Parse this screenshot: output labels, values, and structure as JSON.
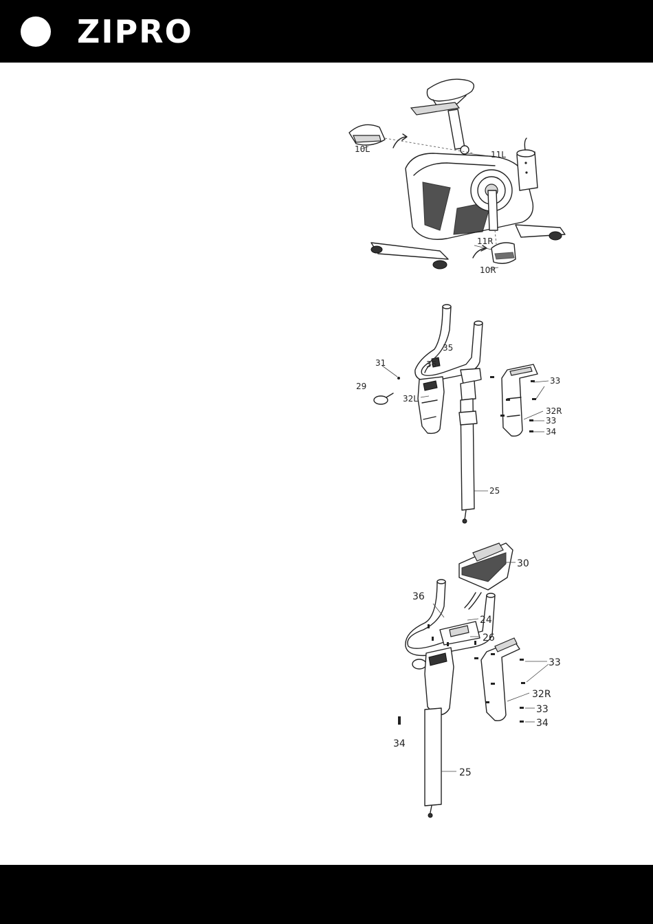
{
  "header": {
    "brand": "ZIPRO",
    "background": "#000000",
    "text_color": "#ffffff"
  },
  "figure1": {
    "labels": {
      "l10L": "10L",
      "l11L": "11L",
      "l11R": "11R",
      "l10R": "10R"
    }
  },
  "figure2": {
    "labels": {
      "l35": "35",
      "l31": "31",
      "l36": "36",
      "l33a": "33",
      "l29": "29",
      "l32L": "32L",
      "l32R": "32R",
      "l33b": "33",
      "l34": "34",
      "l25": "25"
    }
  },
  "figure3": {
    "labels": {
      "l30": "30",
      "l36": "36",
      "l24": "24",
      "l26": "26",
      "l33a": "33",
      "l32R": "32R",
      "l33b": "33",
      "l34a": "34",
      "l34b": "34",
      "l25": "25"
    }
  }
}
